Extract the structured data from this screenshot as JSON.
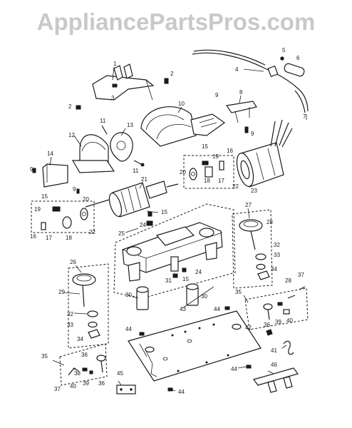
{
  "watermark": "AppliancePartsPros.com",
  "callouts": {
    "c1": "1",
    "c2a": "2",
    "c2b": "2",
    "c3": "3",
    "c4": "4",
    "c5": "5",
    "c6": "6",
    "c7": "7",
    "c8": "8",
    "c9a": "9",
    "c9b": "9",
    "c9c": "9",
    "c9d": "9",
    "c10": "10",
    "c11a": "11",
    "c11b": "11",
    "c12": "12",
    "c13": "13",
    "c14": "14",
    "c15a": "15",
    "c15b": "15",
    "c15c": "15",
    "c15d": "15",
    "c16a": "16",
    "c16b": "16",
    "c17a": "17",
    "c17b": "17",
    "c18a": "18",
    "c18b": "18",
    "c19a": "19",
    "c19b": "19",
    "c20a": "20",
    "c20b": "20",
    "c21": "21",
    "c22a": "22",
    "c22b": "22",
    "c23": "23",
    "c24a": "24",
    "c24b": "24",
    "c25": "25",
    "c26": "26",
    "c27": "27",
    "c28a": "28",
    "c28b": "28",
    "c29": "29",
    "c30a": "30",
    "c30b": "30",
    "c31": "31",
    "c32a": "32",
    "c32b": "32",
    "c33a": "33",
    "c33b": "33",
    "c34a": "34",
    "c34b": "34",
    "c35a": "35",
    "c35b": "35",
    "c36a": "36",
    "c36b": "36",
    "c36c": "36",
    "c37a": "37",
    "c37b": "37",
    "c38": "38",
    "c39a": "39",
    "c39b": "39",
    "c40a": "40",
    "c40b": "40",
    "c41": "41",
    "c42": "42",
    "c43": "43",
    "c44a": "44",
    "c44b": "44",
    "c44c": "44",
    "c44d": "44",
    "c45": "45",
    "c46": "46"
  }
}
